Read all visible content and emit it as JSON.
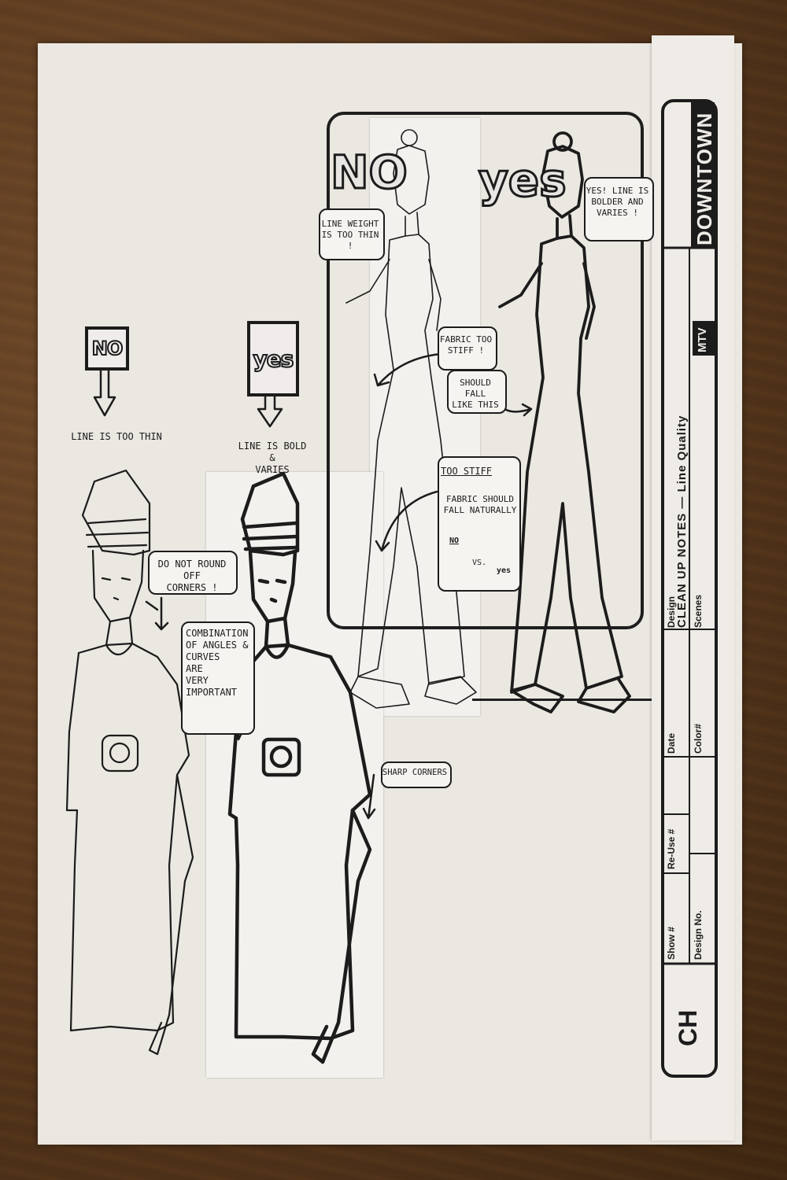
{
  "title_block": {
    "brand": "DOWNTOWN",
    "logo_mark": "MTV",
    "design_label": "Design",
    "design_value": "CLEAN UP NOTES  —  Line Quality",
    "scenes_label": "Scenes",
    "date_label": "Date",
    "color_label": "Color#",
    "reuse_label": "Re-Use  #",
    "design_no_label": "Design  No.",
    "show_label": "Show  #",
    "ch_label": "CH"
  },
  "tags": {
    "no": "NO",
    "yes": "yes"
  },
  "notes": {
    "line_too_thin": "LINE IS TOO THIN",
    "line_bold_varies": "LINE IS BOLD &\nVARIES",
    "do_not_round": "DO NOT ROUND OFF\nCORNERS !",
    "combination": "COMBINATION\nOF ANGLES &\nCURVES\nARE\nVERY\nIMPORTANT",
    "sharp_corners": "SHARP CORNERS",
    "line_weight_thin": "LINE WEIGHT\nIS TOO THIN !",
    "yes_line_bolder": "YES! LINE IS\nBOLDER AND\nVARIES !",
    "fabric_too_stiff": "FABRIC TOO\nSTIFF !",
    "should_fall": "SHOULD FALL\nLIKE THIS",
    "too_stiff": "TOO STIFF",
    "fabric_should_fall": "FABRIC SHOULD\nFALL NATURALLY",
    "no_label": "NO",
    "vs_label": "VS.",
    "yes_label": "yes"
  }
}
